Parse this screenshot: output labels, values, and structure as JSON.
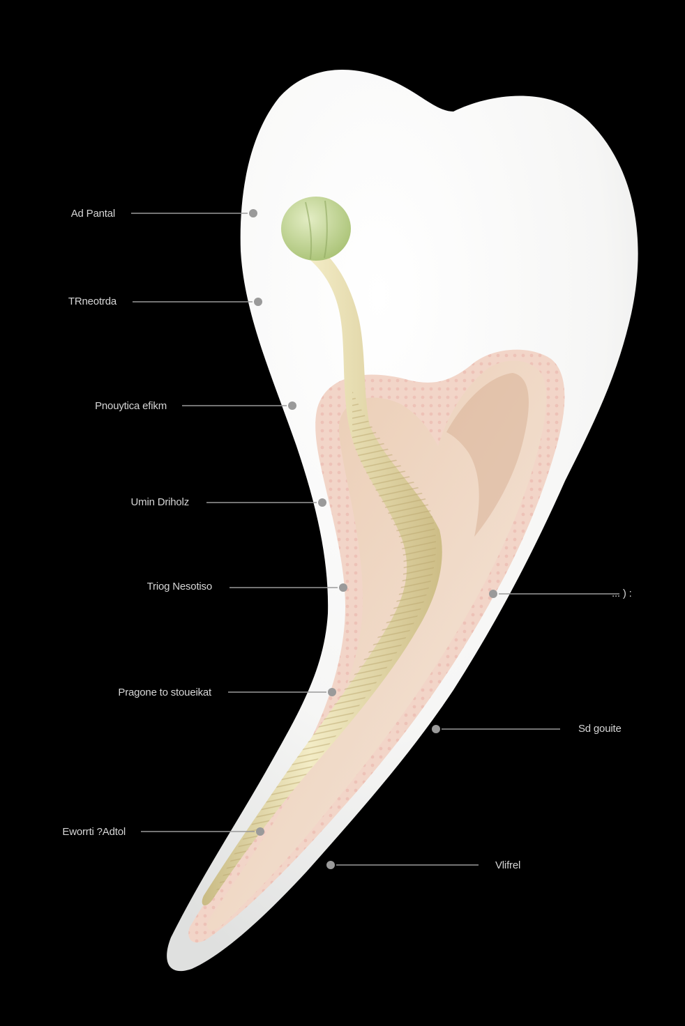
{
  "colors": {
    "background": "#000000",
    "enamel": "#f7f7f6",
    "dentin": "#f1d3c6",
    "pulp": "#e8cdb6",
    "nerve": "#e6dcae",
    "bud": "#c5d79a",
    "leader": "#9a9a9a"
  },
  "labels_left": [
    {
      "id": "l1",
      "text": "Ad Pantal"
    },
    {
      "id": "l2",
      "text": "TRneotrda"
    },
    {
      "id": "l3",
      "text": "Pnouytica efikm"
    },
    {
      "id": "l4",
      "text": "Umin Driholz"
    },
    {
      "id": "l5",
      "text": "Triog Nesotiso"
    },
    {
      "id": "l6",
      "text": "Pragone to stoueikat"
    },
    {
      "id": "l7",
      "text": "Eworrti ?Adtol"
    }
  ],
  "labels_right": [
    {
      "id": "r1",
      "text": "... ) :"
    },
    {
      "id": "r2",
      "text": "Sd gouite"
    },
    {
      "id": "r3",
      "text": "Vlifrel"
    }
  ]
}
